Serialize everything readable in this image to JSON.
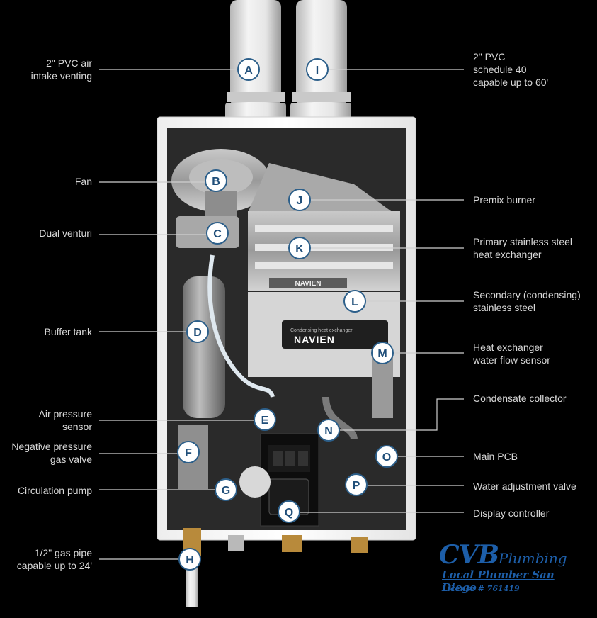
{
  "callouts": [
    {
      "letter": "A",
      "lines": [
        "2\" PVC air",
        "intake venting"
      ]
    },
    {
      "letter": "B",
      "lines": [
        "Fan"
      ]
    },
    {
      "letter": "C",
      "lines": [
        "Dual venturi"
      ]
    },
    {
      "letter": "D",
      "lines": [
        "Buffer tank"
      ]
    },
    {
      "letter": "E",
      "lines": [
        "Air pressure",
        "sensor"
      ]
    },
    {
      "letter": "F",
      "lines": [
        "Negative pressure",
        "gas valve"
      ]
    },
    {
      "letter": "G",
      "lines": [
        "Circulation pump"
      ]
    },
    {
      "letter": "H",
      "lines": [
        "1/2\" gas pipe",
        "capable up to 24'"
      ]
    },
    {
      "letter": "I",
      "lines": [
        "2\" PVC",
        "schedule 40",
        "capable up to 60'"
      ]
    },
    {
      "letter": "J",
      "lines": [
        "Premix burner"
      ]
    },
    {
      "letter": "K",
      "lines": [
        "Primary stainless steel",
        "heat exchanger"
      ]
    },
    {
      "letter": "L",
      "lines": [
        "Secondary (condensing)",
        "stainless steel"
      ]
    },
    {
      "letter": "M",
      "lines": [
        "Heat exchanger",
        "water flow sensor"
      ]
    },
    {
      "letter": "N",
      "lines": [
        "Condensate collector"
      ]
    },
    {
      "letter": "O",
      "lines": [
        "Main PCB"
      ]
    },
    {
      "letter": "P",
      "lines": [
        "Water adjustment valve"
      ]
    },
    {
      "letter": "Q",
      "lines": [
        "Display controller"
      ]
    }
  ],
  "heater_panel": {
    "brand": "NAVIEN",
    "panel_caption": "Condensing heat exchanger"
  },
  "watermark": {
    "big": "CVB",
    "small": "Plumbing",
    "tagline": "Local Plumber San Diego",
    "license": "License # 761419"
  },
  "colors": {
    "marker_fill": "#ffffff",
    "marker_ring": "#2c5f8a",
    "marker_text": "#1f4e79",
    "label_text": "#d8d8d8",
    "leader_line": "#cfcfcf",
    "brand_blue": "#1d5ea8"
  }
}
